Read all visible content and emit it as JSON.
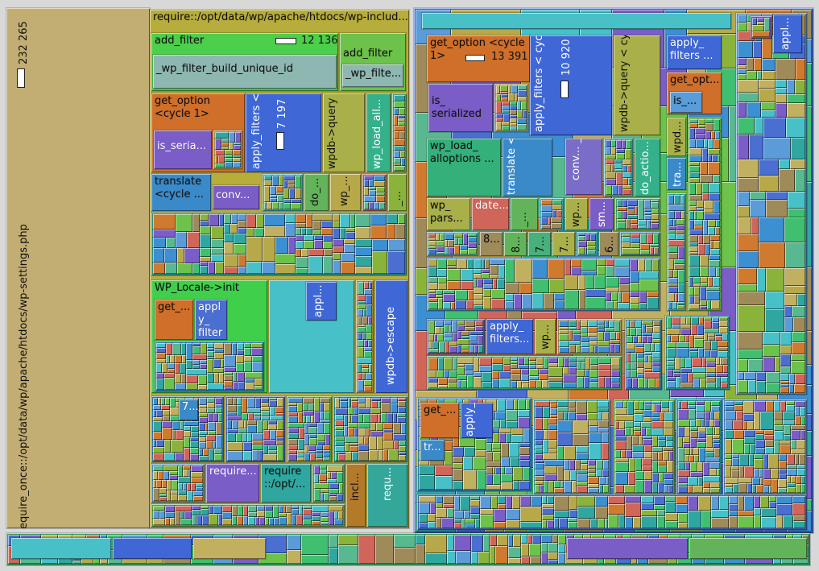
{
  "app": {
    "title": "Treemap"
  },
  "palette": [
    "#4a6fd1",
    "#5a9bd8",
    "#3fbf6f",
    "#2fa7a0",
    "#8ab33c",
    "#b7a84a",
    "#cf7a2e",
    "#7a5dc7",
    "#48c0c8",
    "#6cc24a",
    "#c0b060",
    "#3c8fd0",
    "#9f8a5a",
    "#58b890",
    "#d0655a"
  ],
  "root": {
    "label": "require_once::/opt/data/wp/apache/htdocs/wp-settings.php",
    "count": "232 265",
    "color": "#c2ad72"
  },
  "tiles": [
    {
      "id": "require-wp-includes",
      "label": "require::/opt/data/wp/apache/htdocs/wp-includ...",
      "color": "#b7ad3c",
      "dark": true
    },
    {
      "id": "add-filter",
      "label": "add_filter",
      "count": "12 136",
      "color": "#4ccf4a",
      "dark": true
    },
    {
      "id": "wp-filter-build-unique-id",
      "label": "_wp_filter_build_unique_id",
      "color": "#8fb7b2",
      "dark": true
    },
    {
      "id": "add-filter-2",
      "label": "add_filter",
      "color": "#6cc24a",
      "dark": true
    },
    {
      "id": "wp-filter-2",
      "label": "_wp_filte...",
      "color": "#8fb7b2",
      "dark": true
    },
    {
      "id": "get-option-left",
      "label": "get_option <cycle 1>",
      "color": "#cf6f2a",
      "dark": true
    },
    {
      "id": "is-serialized-left",
      "label": "is_seria...",
      "color": "#7a5dc7"
    },
    {
      "id": "apply-filters-left",
      "label": "apply_filters <cycle 1>",
      "count": "7 197",
      "color": "#3f67d6"
    },
    {
      "id": "wpdb-query-left",
      "label": "wpdb->query <cycle 1>",
      "color": "#a9b04a",
      "dark": true
    },
    {
      "id": "wp-load-all-left",
      "label": "wp_load_all...",
      "color": "#34b08a"
    },
    {
      "id": "translate-left",
      "label": "translate <cycle ...",
      "color": "#3a8ac9"
    },
    {
      "id": "conv-left",
      "label": "conv...",
      "color": "#7a5dc7"
    },
    {
      "id": "do-left",
      "label": "do_...",
      "color": "#63b35a"
    },
    {
      "id": "wp-left",
      "label": "wp_...",
      "color": "#b7a84a"
    },
    {
      "id": "dash-left",
      "label": "_...",
      "color": "#8ab33c"
    },
    {
      "id": "wp-locale-init",
      "label": "WP_Locale->init",
      "color": "#3fcf4a",
      "dark": true
    },
    {
      "id": "get-left-2",
      "label": "get_...",
      "color": "#cf6f2a",
      "dark": true
    },
    {
      "id": "apply-filter-left-2",
      "label": "apply_ filter...",
      "color": "#4a6fd1"
    },
    {
      "id": "appl-left",
      "label": "appl...",
      "color": "#3f67d6"
    },
    {
      "id": "wpdb-escape",
      "label": "wpdb->escape",
      "color": "#3f67d6"
    },
    {
      "id": "seven-left",
      "label": "7...",
      "color": "#3a8ac9"
    },
    {
      "id": "require-left-3",
      "label": "require...",
      "color": "#7a5dc7"
    },
    {
      "id": "require-opt-left",
      "label": "require ::/opt/...",
      "color": "#2fa7a0",
      "dark": true
    },
    {
      "id": "incl-left",
      "label": "incl...",
      "color": "#b37a2a",
      "dark": true
    },
    {
      "id": "requ-left",
      "label": "requ...",
      "color": "#34a79a"
    },
    {
      "id": "get-option-right",
      "label": "get_option <cycle 1>",
      "count": "13 391",
      "color": "#cf6f2a",
      "dark": true
    },
    {
      "id": "is-serialized-right",
      "label": "is_ serialized",
      "color": "#7a5dc7",
      "dark": true
    },
    {
      "id": "apply-filters-right",
      "label": "apply_filters < cycle 1>",
      "count": "10 920",
      "color": "#3f67d6"
    },
    {
      "id": "wpdb-query-right",
      "label": "wpdb->query < cycle 1>",
      "color": "#a9b04a",
      "dark": true
    },
    {
      "id": "wp-load-alloptions",
      "label": "wp_load_ alloptions ...",
      "color": "#34b07a",
      "dark": true
    },
    {
      "id": "translate-right",
      "label": "translate <cycle 1 >",
      "color": "#3a8ac9"
    },
    {
      "id": "conv-chars",
      "label": "conv... _chars",
      "color": "#7a6dc7"
    },
    {
      "id": "do-actio",
      "label": "do_actio...",
      "color": "#34b08a"
    },
    {
      "id": "wp-pars",
      "label": "wp_ pars...",
      "color": "#a9b04a",
      "dark": true
    },
    {
      "id": "date-right",
      "label": "date...",
      "color": "#d0655a"
    },
    {
      "id": "dash-right",
      "label": "_...",
      "color": "#63b35a"
    },
    {
      "id": "wp-right",
      "label": "wp...",
      "color": "#a9b04a"
    },
    {
      "id": "sm-right",
      "label": "sm...",
      "color": "#7a5dc7"
    },
    {
      "id": "eight-right",
      "label": "8...",
      "color": "#9f8a5a"
    },
    {
      "id": "eight-right-2",
      "label": "8...",
      "color": "#63b35a"
    },
    {
      "id": "seven-right",
      "label": "7...",
      "color": "#48b07a"
    },
    {
      "id": "seven-right-2",
      "label": "7...",
      "color": "#a9b04a"
    },
    {
      "id": "six-right",
      "label": "6...",
      "color": "#9f8a5a"
    },
    {
      "id": "apply-filters-mid",
      "label": "apply_ filters...",
      "color": "#3f67d6"
    },
    {
      "id": "wp-mid",
      "label": "wp...",
      "color": "#a9b04a",
      "dark": true
    },
    {
      "id": "apply-filters-far",
      "label": "apply_ filters ...",
      "color": "#3f67d6"
    },
    {
      "id": "get-opt-far",
      "label": "get_opt...",
      "color": "#cf6f2a",
      "dark": true
    },
    {
      "id": "is-far",
      "label": "is_...",
      "color": "#5a9bd8"
    },
    {
      "id": "wpd-far",
      "label": "wpd...",
      "color": "#a9b04a",
      "dark": true
    },
    {
      "id": "tra-far",
      "label": "tra...",
      "color": "#3a8ac9"
    },
    {
      "id": "appl-far",
      "label": "appl...",
      "color": "#3f67d6"
    },
    {
      "id": "get-lower",
      "label": "get_...",
      "color": "#cf6f2a",
      "dark": true
    },
    {
      "id": "apply-filt-lower",
      "label": "apply_ filt...",
      "color": "#3f67d6"
    },
    {
      "id": "tr-lower",
      "label": "tr...",
      "color": "#3a8ac9"
    }
  ]
}
